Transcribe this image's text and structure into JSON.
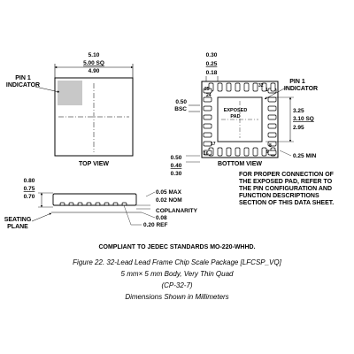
{
  "top_view": {
    "dim_total": "5.10",
    "dim_nom": "5.00 SQ",
    "dim_min": "4.90",
    "pin1_line1": "PIN 1",
    "pin1_line2": "INDICATOR",
    "caption": "TOP VIEW"
  },
  "bottom_view": {
    "lead_width_max": "0.30",
    "lead_width_nom": "0.25",
    "lead_width_min": "0.18",
    "pitch_value": "0.50",
    "pitch_label": "BSC",
    "exposed_pad_line1": "EXPOSED",
    "exposed_pad_line2": "PAD",
    "pin1_line1": "PIN 1",
    "pin1_line2": "INDICATOR",
    "pad_max": "3.25",
    "pad_nom": "3.10 SQ",
    "pad_min": "2.95",
    "lead_length_max": "0.50",
    "lead_length_nom": "0.40",
    "lead_length_min": "0.30",
    "min_dim": "0.25 MIN",
    "caption": "BOTTOM VIEW",
    "pin_labels": {
      "p25": "25",
      "p24": "24",
      "p1": "1",
      "p8": "8",
      "p9": "9",
      "p16": "16",
      "p17": "17",
      "p32": "32"
    }
  },
  "side_view": {
    "height_max": "0.80",
    "height_nom": "0.75",
    "height_min": "0.70",
    "standoff_max": "0.05 MAX",
    "standoff_nom": "0.02 NOM",
    "coplanarity_label": "COPLANARITY",
    "coplanarity_value": "0.08",
    "ref_dim": "0.20 REF",
    "seating_line1": "SEATING",
    "seating_line2": "PLANE"
  },
  "note": [
    "FOR PROPER CONNECTION OF",
    "THE EXPOSED PAD, REFER TO",
    "THE PIN CONFIGURATION AND",
    "FUNCTION DESCRIPTIONS",
    "SECTION OF THIS DATA SHEET."
  ],
  "compliance": "COMPLIANT TO JEDEC STANDARDS MO-220-WHHD.",
  "figure": {
    "title": "Figure 22. 32-Lead Lead Frame Chip Scale Package [LFCSP_VQ]",
    "line1": "5 mm× 5 mm Body, Very Thin Quad",
    "line2": "(CP-32-7)",
    "line3": "Dimensions Shown in Millimeters"
  },
  "colors": {
    "pin1_shade": "#c8c8c8",
    "ink": "#000000"
  }
}
